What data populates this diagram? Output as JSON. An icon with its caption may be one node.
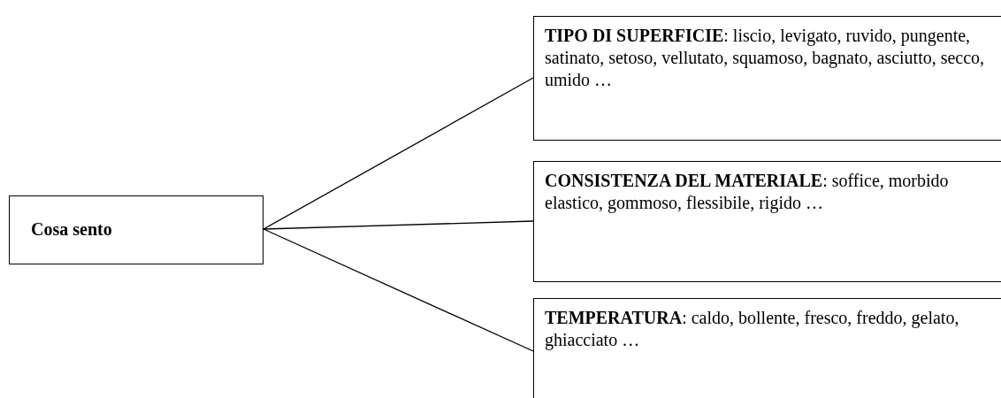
{
  "diagram": {
    "nodes": [
      {
        "text": [
          "Cosa sento"
        ]
      },
      {
        "text": [
          "**TIPO DI SUPERFICIE**: liscio, levigato, ruvido, pungente, satinato, setoso, vellutato, squamoso, bagnato, asciutto, secco, umido …"
        ]
      },
      {
        "text": [
          "**CONSISTENZA DEL MATERIALE**: soffice, morbido elastico, gommoso, flessibile, rigido …"
        ]
      },
      {
        "text": [
          "**TEMPERATURA**: caldo, bollente, fresco, freddo, gelato, ghiacciato …"
        ]
      }
    ],
    "edges": [
      {
        "from": 0,
        "to": 1,
        "arrow": "none"
      },
      {
        "from": 0,
        "to": 2,
        "arrow": "none"
      },
      {
        "from": 0,
        "to": 3,
        "arrow": "none"
      }
    ]
  }
}
